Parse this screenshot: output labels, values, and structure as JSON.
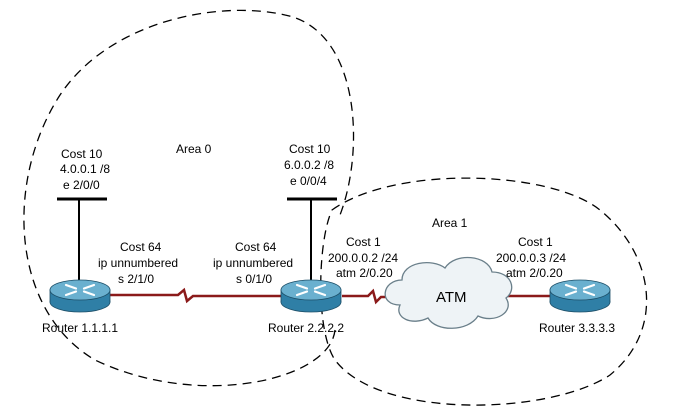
{
  "areas": [
    {
      "name": "Area 0"
    },
    {
      "name": "Area 1"
    }
  ],
  "routers": [
    {
      "id": "r1",
      "name": "Router 1.1.1.1"
    },
    {
      "id": "r2",
      "name": "Router 2.2.2.2"
    },
    {
      "id": "r3",
      "name": "Router 3.3.3.3"
    }
  ],
  "lan_labels": [
    {
      "lines": [
        "Cost 10",
        "4.0.0.1 /8",
        "e 2/0/0"
      ]
    },
    {
      "lines": [
        "Cost 10",
        "6.0.0.2 /8",
        "e 0/0/4"
      ]
    }
  ],
  "link_labels": [
    {
      "lines": [
        "Cost 64",
        "ip unnumbered",
        "s 2/1/0"
      ]
    },
    {
      "lines": [
        "Cost 64",
        "ip unnumbered",
        "s 0/1/0"
      ]
    },
    {
      "lines": [
        "Cost 1",
        "200.0.0.2 /24",
        "atm 2/0.20"
      ]
    },
    {
      "lines": [
        "Cost 1",
        "200.0.0.3 /24",
        "atm 2/0.20"
      ]
    }
  ],
  "cloud": {
    "label": "ATM"
  },
  "colors": {
    "router_fill": "#2f7fa6",
    "router_top": "#6ab0cf",
    "serial_link": "#8b1a1a",
    "cloud_fill": "#eef3f6",
    "cloud_stroke": "#6a7f8a",
    "area_stroke": "#000000"
  }
}
